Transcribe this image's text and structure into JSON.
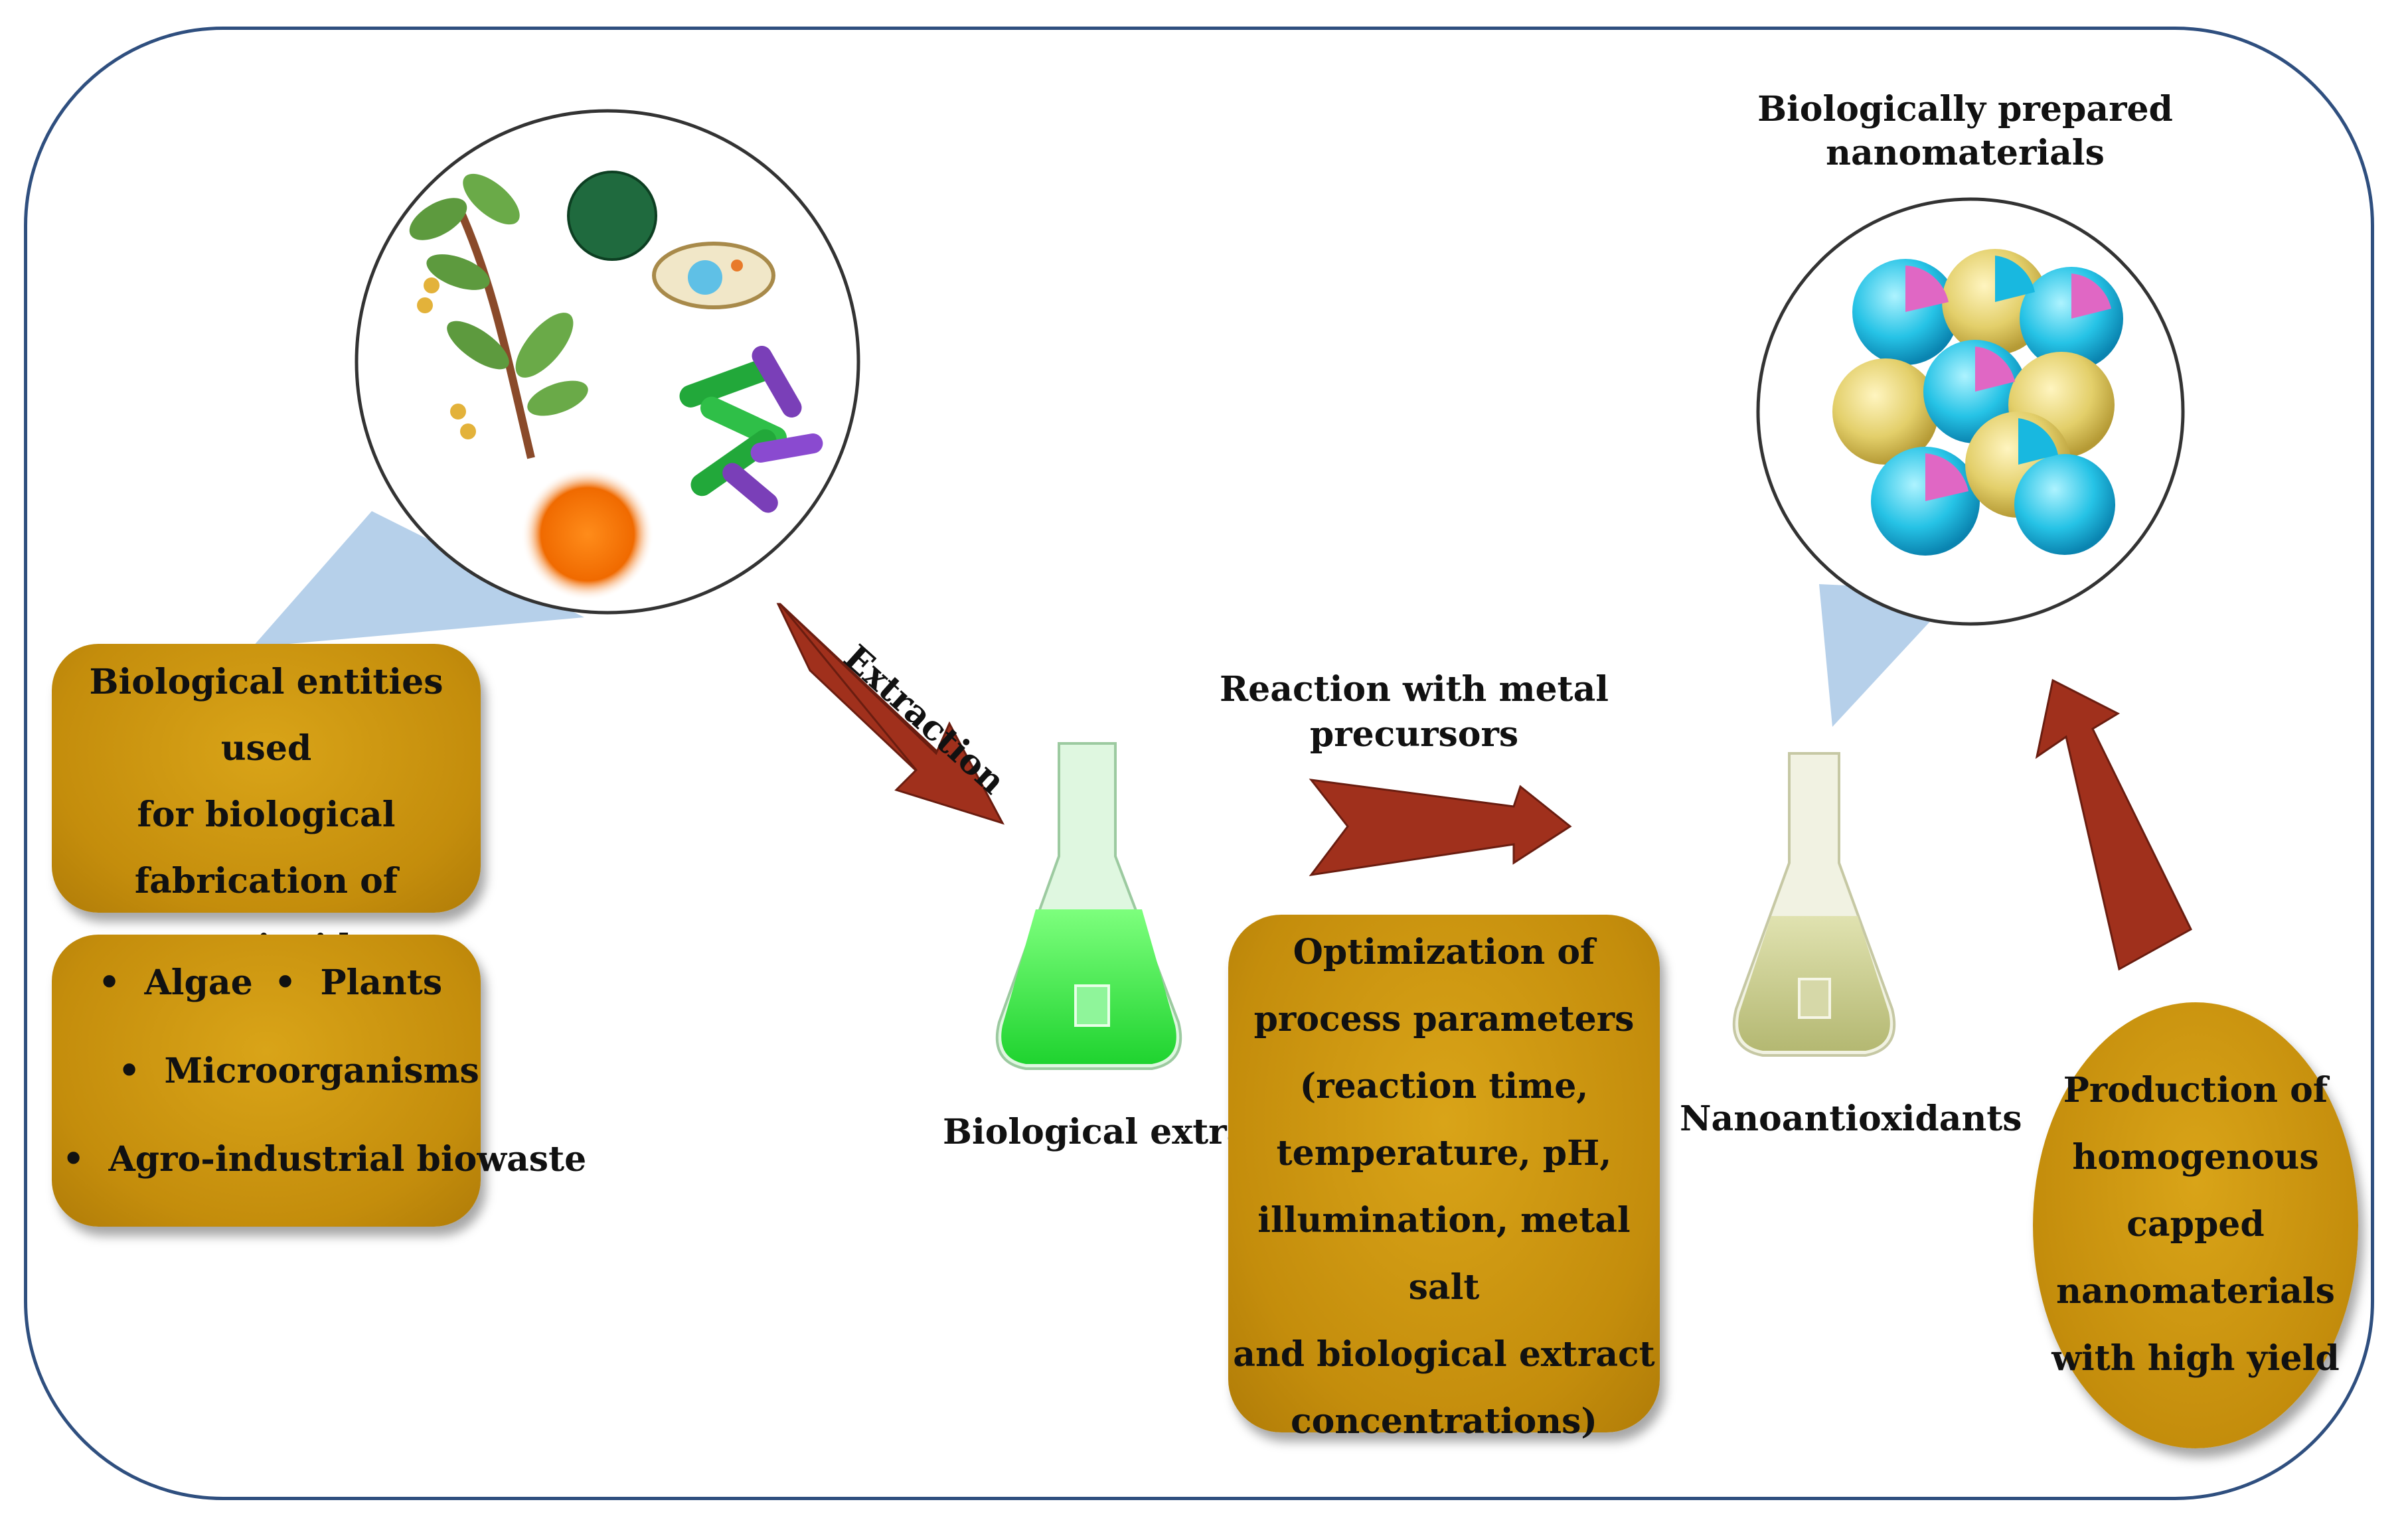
{
  "title": "Biologically prepared nanomaterials",
  "title_lines": [
    "Biologically prepared",
    "nanomaterials"
  ],
  "source_box": {
    "lines": [
      "Biological entities used",
      "for biological",
      "fabrication of",
      "nanoantioxidants"
    ]
  },
  "source_list": {
    "items": [
      "Algae",
      "Plants",
      "Microorganisms",
      "Agro-industrial biowaste"
    ]
  },
  "arrow_extraction": "Extraction",
  "flask_extract_label": "Biological extract",
  "reaction_lines": [
    "Reaction with metal",
    "precursors"
  ],
  "optimization_box": {
    "lines": [
      "Optimization of",
      "process parameters",
      "(reaction time,",
      "temperature, pH,",
      "illumination, metal salt",
      "and biological extract",
      "concentrations)"
    ]
  },
  "flask_nano_label": "Nanoantioxidants",
  "production_box": {
    "lines": [
      "Production of",
      "homogenous",
      "capped",
      "nanomaterials",
      "with high yield"
    ]
  },
  "colors": {
    "box_fill": "#c48d0c",
    "arrow_fill": "#a0301c",
    "frame_stroke": "#2f4f7f",
    "callout": "#a9c8e6",
    "extract_liquid": "#33ee44",
    "nano_liquid": "#c7c98a"
  }
}
